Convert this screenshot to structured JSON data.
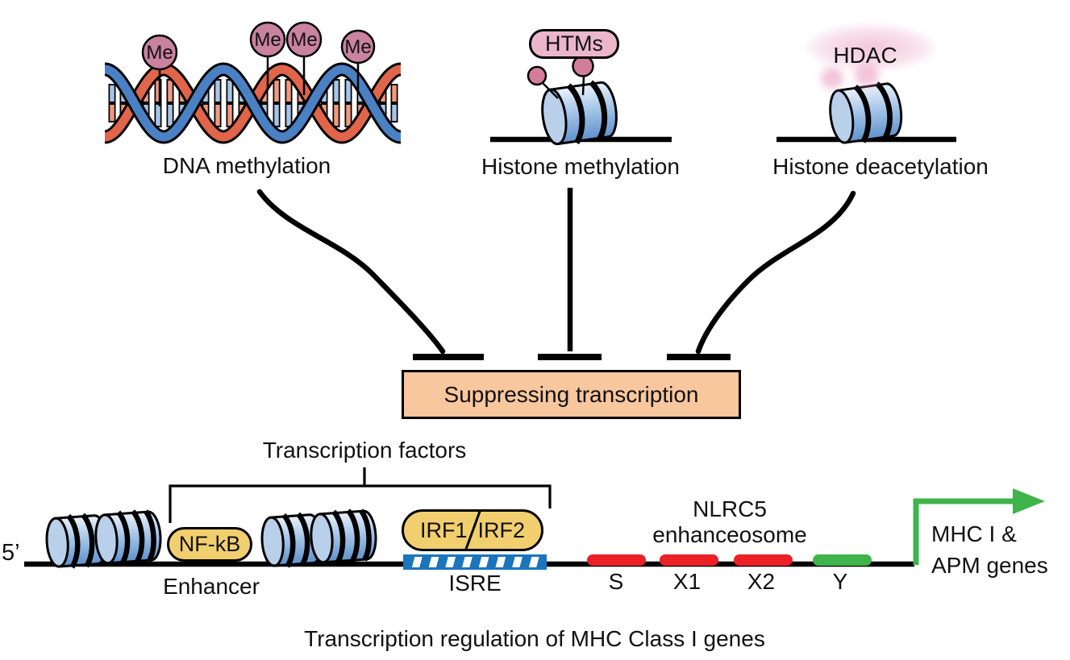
{
  "figure": {
    "caption": "Transcription regulation of MHC Class I genes"
  },
  "epigenetic_mechanisms": {
    "dna_methylation": {
      "label": "DNA methylation",
      "me_marks": [
        "Me",
        "Me",
        "Me",
        "Me"
      ]
    },
    "histone_methylation": {
      "label": "Histone methylation",
      "enzyme": "HTMs"
    },
    "histone_deacetylation": {
      "label": "Histone deacetylation",
      "enzyme": "HDAC"
    }
  },
  "suppression": {
    "label": "Suppressing transcription"
  },
  "gene_track": {
    "five_prime_label": "5’",
    "transcription_factors_label": "Transcription factors",
    "enhancer": {
      "label": "Enhancer",
      "factor": "NF-kB"
    },
    "isre": {
      "label": "ISRE",
      "factor_left": "IRF1",
      "factor_right": "IRF2"
    },
    "nlrc5_enhanceosome": {
      "line1": "NLRC5",
      "line2": "enhanceosome"
    },
    "elements": [
      {
        "name": "S"
      },
      {
        "name": "X1"
      },
      {
        "name": "X2"
      },
      {
        "name": "Y"
      }
    ],
    "output_genes": {
      "line1": "MHC I &",
      "line2": "APM genes"
    }
  },
  "colors": {
    "methyl_mark_pink": "#c9829f",
    "htms_pill_pink": "#ecb6ca",
    "nucleosome_blue": "#5e92cc",
    "helix_blue": "#4a81c4",
    "helix_red": "#e0654a",
    "suppression_box_peach": "#f9c79e",
    "factor_pill_yellow": "#f2cf6e",
    "isre_blue": "#1b75bc",
    "element_red": "#ec2027",
    "element_green": "#3fb44a",
    "arrow_green": "#3fb44a"
  }
}
